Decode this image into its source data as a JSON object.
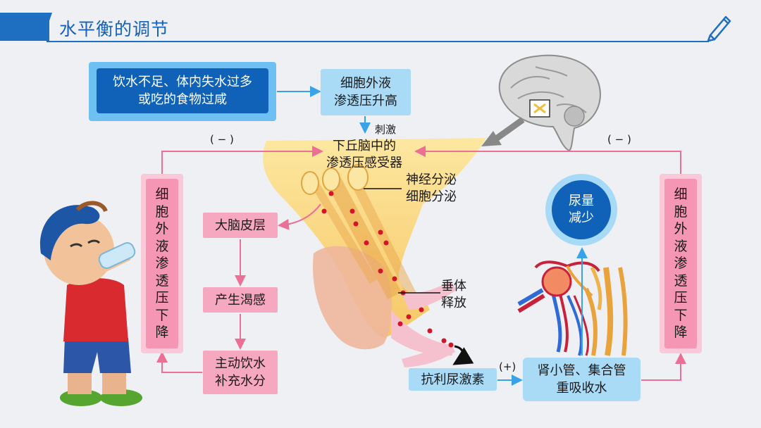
{
  "title": "水平衡的调节",
  "cause": "饮水不足、体内失水过多\n或吃的食物过咸",
  "osmotic_up": "细胞外液\n渗透压升高",
  "stimulate": "刺激",
  "receptor": "下丘脑中的\n渗透压感受器",
  "neuro_secretion": "神经分泌\n细胞分泌",
  "cortex": "大脑皮层",
  "thirst": "产生渴感",
  "drink": "主动饮水\n补充水分",
  "pituitary_release": "垂体\n释放",
  "adh": "抗利尿激素",
  "positive": "(+)",
  "kidney": "肾小管、集合管\n重吸收水",
  "urine_less": "尿量\n减少",
  "negative_left": "( − )",
  "negative_right": "( − )",
  "osm_down_left": [
    "细",
    "胞",
    "外",
    "液",
    "渗",
    "透",
    "压",
    "下",
    "降"
  ],
  "osm_down_right": [
    "细",
    "胞",
    "外",
    "液",
    "渗",
    "透",
    "压",
    "下",
    "降"
  ]
}
